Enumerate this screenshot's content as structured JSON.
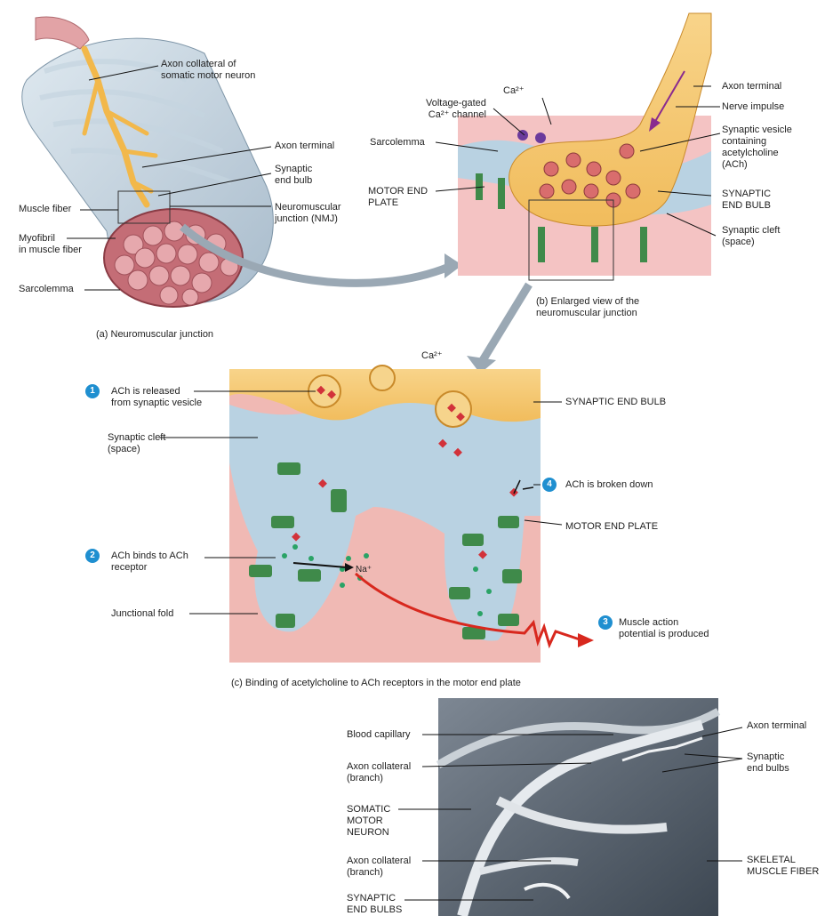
{
  "panel_a": {
    "caption": "(a) Neuromuscular junction",
    "labels": {
      "axon_collateral": "Axon collateral of\nsomatic motor neuron",
      "axon_terminal": "Axon terminal",
      "synaptic_end_bulb": "Synaptic\nend bulb",
      "nmj": "Neuromuscular\njunction (NMJ)",
      "muscle_fiber": "Muscle fiber",
      "myofibril": "Myofibril\nin muscle fiber",
      "sarcolemma": "Sarcolemma"
    }
  },
  "panel_b": {
    "caption": "(b) Enlarged view of the\nneuromuscular junction",
    "labels": {
      "ca": "Ca²⁺",
      "voltage_gated": "Voltage-gated\nCa²⁺ channel",
      "sarcolemma": "Sarcolemma",
      "motor_end_plate": "MOTOR END\nPLATE",
      "axon_terminal": "Axon terminal",
      "nerve_impulse": "Nerve impulse",
      "synaptic_vesicle": "Synaptic vesicle\ncontaining\nacetylcholine\n(ACh)",
      "synaptic_end_bulb": "SYNAPTIC\nEND BULB",
      "synaptic_cleft": "Synaptic cleft\n(space)"
    }
  },
  "panel_c": {
    "caption": "(c) Binding of acetylcholine to ACh receptors in the motor end plate",
    "labels": {
      "ca": "Ca²⁺",
      "step1_num": "1",
      "step1": "ACh is released\nfrom synaptic vesicle",
      "synaptic_cleft": "Synaptic cleft\n(space)",
      "synaptic_end_bulb": "SYNAPTIC END BULB",
      "step4_num": "4",
      "step4": "ACh is broken down",
      "motor_end_plate": "MOTOR END PLATE",
      "step2_num": "2",
      "step2": "ACh binds to ACh\nreceptor",
      "na": "Na⁺",
      "junctional_fold": "Junctional fold",
      "step3_num": "3",
      "step3": "Muscle action\npotential is produced"
    }
  },
  "panel_d": {
    "labels": {
      "blood_capillary": "Blood capillary",
      "axon_collateral_1": "Axon collateral\n(branch)",
      "somatic_motor_neuron": "SOMATIC\nMOTOR\nNEURON",
      "axon_collateral_2": "Axon collateral\n(branch)",
      "synaptic_end_bulbs_upper": "SYNAPTIC\nEND BULBS",
      "axon_terminal": "Axon terminal",
      "synaptic_end_bulbs": "Synaptic\nend bulbs",
      "skeletal_muscle_fiber": "SKELETAL\nMUSCLE FIBER"
    }
  },
  "colors": {
    "nerve": "#f2b84b",
    "muscle": "#e8a0a3",
    "muscle_dark": "#b5545c",
    "cleft": "#b9d2e2",
    "receptor": "#3f8a4a",
    "ach": "#d2323a",
    "na": "#2aa366",
    "impulse_arrow": "#8a2a8f",
    "action_potential": "#d8281e",
    "step_circle": "#1f8fd0",
    "sem_bg": "#4a5561"
  }
}
